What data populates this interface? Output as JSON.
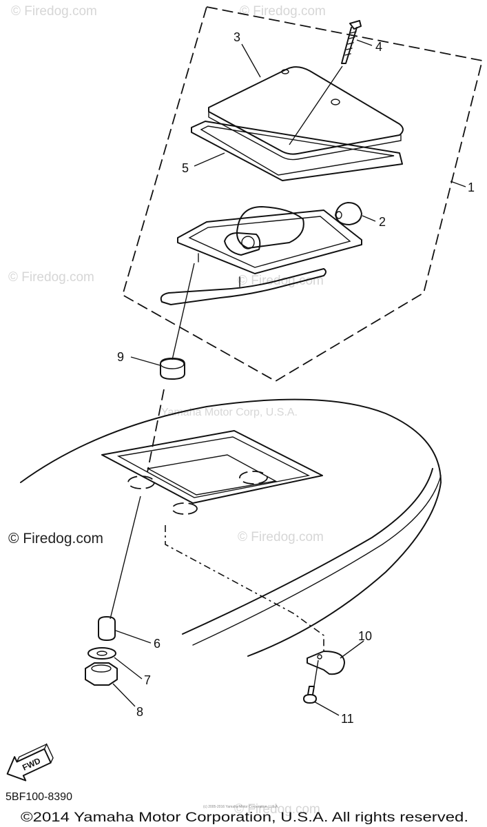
{
  "watermarks": {
    "firedog": "© Firedog.com",
    "yamaha": "Yamaha Motor Corp, U.S.A."
  },
  "callouts": [
    "1",
    "2",
    "3",
    "4",
    "5",
    "6",
    "7",
    "8",
    "9",
    "10",
    "11"
  ],
  "fwd_label": "FWD",
  "diagram_code": "5BF100-8390",
  "copyright": "©2014 Yamaha Motor Corporation, U.S.A. All rights reserved.",
  "fine_print": "(c) 2005-2016 Yamaha Motor Corporation, U.S.A."
}
